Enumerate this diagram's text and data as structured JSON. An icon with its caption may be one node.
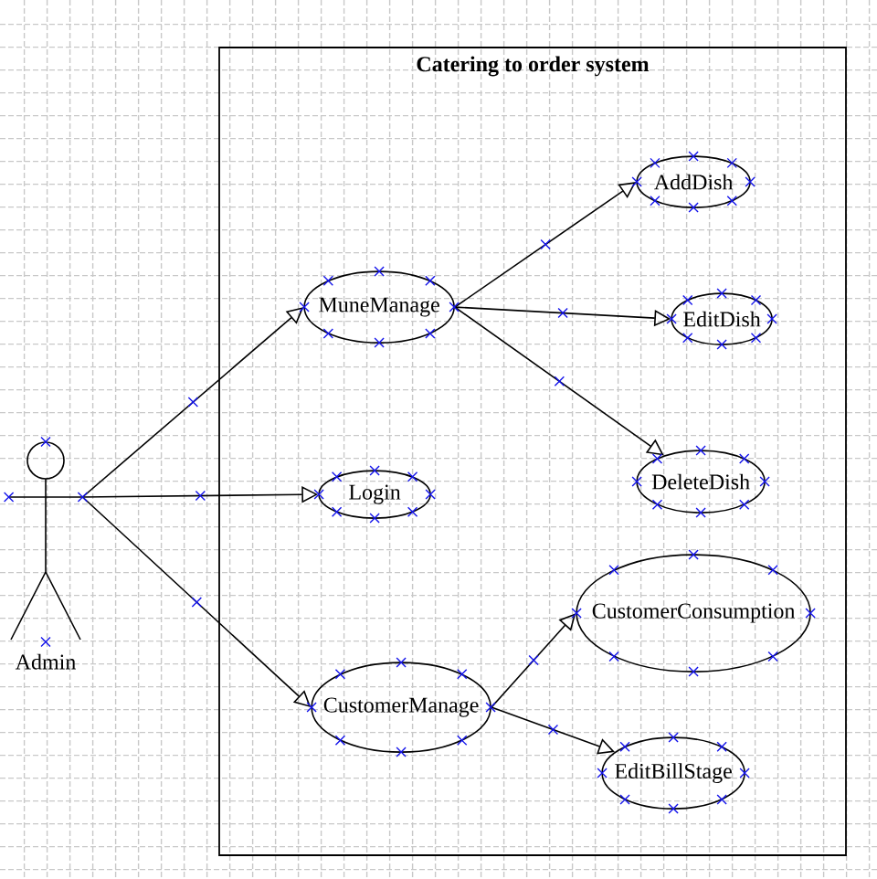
{
  "diagram": {
    "nodes": [
      {
        "text": [
          "Catering to order system"
        ]
      },
      {
        "text": [
          "Admin"
        ]
      },
      {
        "text": [
          "MuneManage"
        ],
        "in": 0
      },
      {
        "text": [
          "AddDish"
        ],
        "in": 0
      },
      {
        "text": [
          "EditDish"
        ],
        "in": 0
      },
      {
        "text": [
          "DeleteDish"
        ],
        "in": 0
      },
      {
        "text": [
          "Login"
        ],
        "in": 0
      },
      {
        "text": [
          "CustomerConsumption"
        ],
        "in": 0
      },
      {
        "text": [
          "CustomerManage"
        ],
        "in": 0
      },
      {
        "text": [
          "EditBillStage"
        ],
        "in": 0
      }
    ],
    "edges": [
      {
        "from": 1,
        "to": 2,
        "arrow": "to"
      },
      {
        "from": 1,
        "to": 6,
        "arrow": "to"
      },
      {
        "from": 1,
        "to": 8,
        "arrow": "to"
      },
      {
        "from": 2,
        "to": 3,
        "arrow": "to"
      },
      {
        "from": 2,
        "to": 4,
        "arrow": "to"
      },
      {
        "from": 2,
        "to": 5,
        "arrow": "to"
      },
      {
        "from": 8,
        "to": 7,
        "arrow": "to"
      },
      {
        "from": 8,
        "to": 9,
        "arrow": "to"
      }
    ]
  }
}
